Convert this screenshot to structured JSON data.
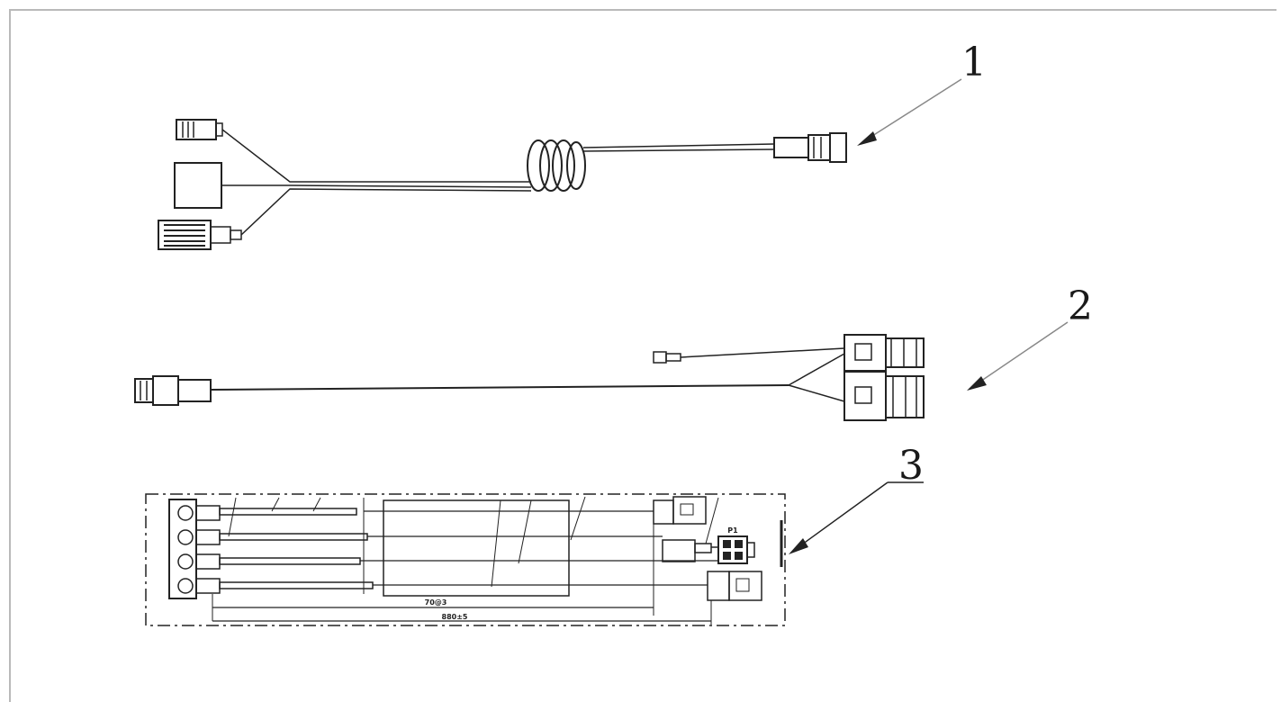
{
  "callouts": [
    {
      "id": "1",
      "label": "1"
    },
    {
      "id": "2",
      "label": "2"
    },
    {
      "id": "3",
      "label": "3"
    }
  ],
  "assembly3": {
    "dim_inner": "70@3",
    "dim_outer": "880±5",
    "connector_tag": "P1"
  },
  "colors": {
    "line": "#222222",
    "leader": "#888888",
    "frame": "#b9b9b9"
  }
}
